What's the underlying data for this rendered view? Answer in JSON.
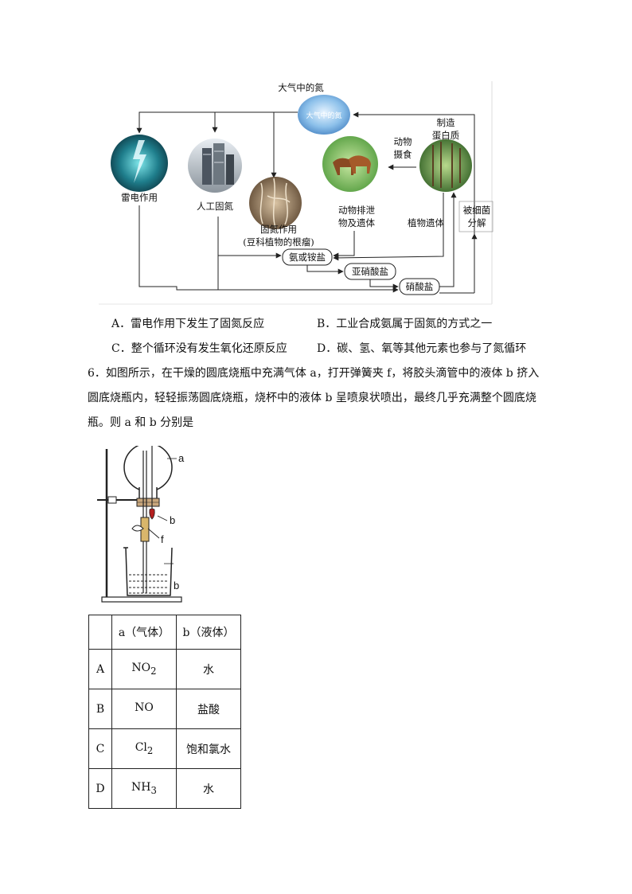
{
  "diagram": {
    "atmosphere_label": "大气中的氮",
    "atmosphere_inner_label": "大气中的氮",
    "lightning_label": "雷电作用",
    "industrial_label": "人工固氮",
    "fixation_label_1": "固氮作用",
    "fixation_label_2": "(豆科植物的根瘤)",
    "animal_intake_1": "动物",
    "animal_intake_2": "摄食",
    "protein_1": "制造",
    "protein_2": "蛋白质",
    "animal_excretion_1": "动物排泄",
    "animal_excretion_2": "物及遗体",
    "plant_remains": "植物遗体",
    "bacteria_1": "被细菌",
    "bacteria_2": "分解",
    "ammonium_box": "氨或铵盐",
    "nitrite_box": "亚硝酸盐",
    "nitrate_box": "硝酸盐"
  },
  "options": {
    "A": "A．雷电作用下发生了固氮反应",
    "B": "B．工业合成氨属于固氮的方式之一",
    "C": "C．整个循环没有发生氧化还原反应",
    "D": "D．碳、氢、氧等其他元素也参与了氮循环"
  },
  "question6": {
    "line1": "6．如图所示，在干燥的圆底烧瓶中充满气体 a，打开弹簧夹 f，将胶头滴管中的液体 b 挤入",
    "line2": "圆底烧瓶内，轻轻振荡圆底烧瓶，烧杯中的液体 b 呈喷泉状喷出，最终几乎充满整个圆底烧",
    "line3": "瓶。则 a 和 b 分别是"
  },
  "apparatus": {
    "label_a": "a",
    "label_b_dropper": "b",
    "label_f": "f",
    "label_b_beaker": "b"
  },
  "table": {
    "header": [
      "",
      "a（气体）",
      "b（液体）"
    ],
    "rows": [
      {
        "key": "A",
        "gas_main": "NO",
        "gas_sub": "2",
        "liquid": "水"
      },
      {
        "key": "B",
        "gas_main": "NO",
        "gas_sub": "",
        "liquid": "盐酸"
      },
      {
        "key": "C",
        "gas_main": "Cl",
        "gas_sub": "2",
        "liquid": "饱和氯水"
      },
      {
        "key": "D",
        "gas_main": "NH",
        "gas_sub": "3",
        "liquid": "水"
      }
    ]
  }
}
